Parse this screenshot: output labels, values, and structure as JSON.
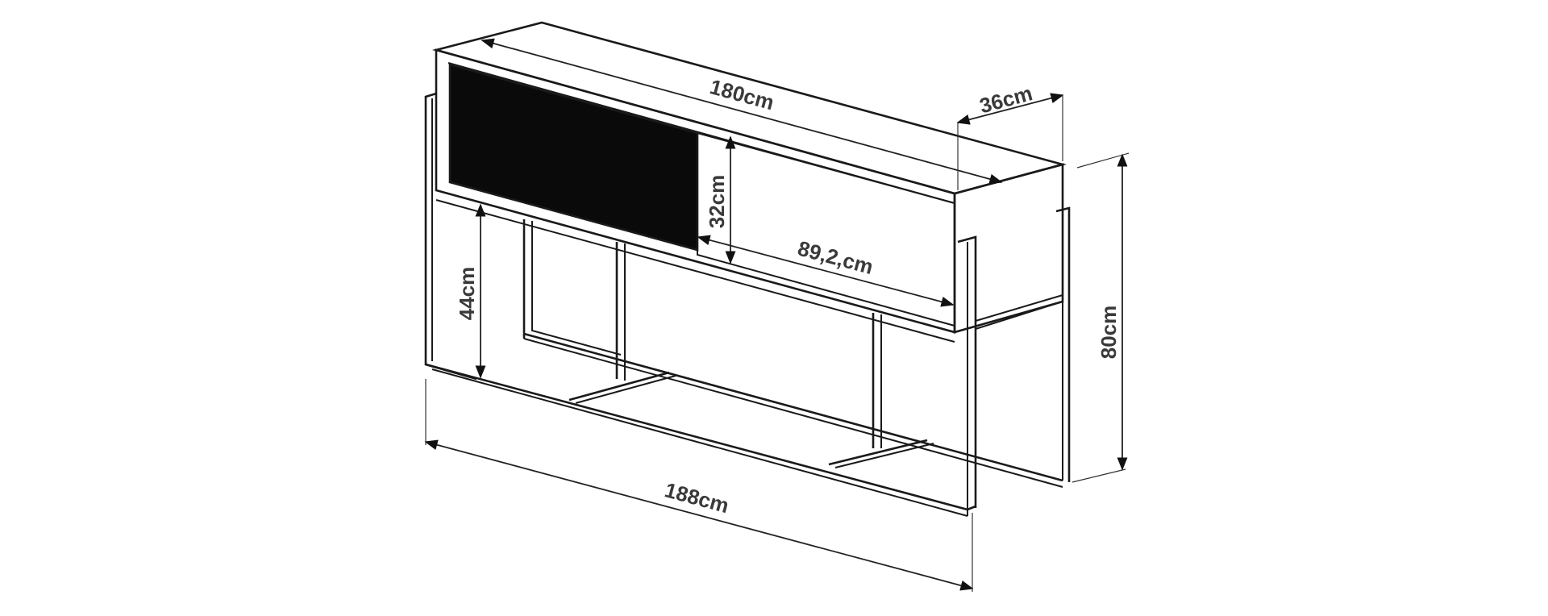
{
  "dimensions": {
    "top_length": "180cm",
    "depth": "36cm",
    "cabinet_height": "32cm",
    "door_width": "89,2,cm",
    "shelf_clearance": "44cm",
    "total_height": "80cm",
    "total_length": "188cm"
  }
}
